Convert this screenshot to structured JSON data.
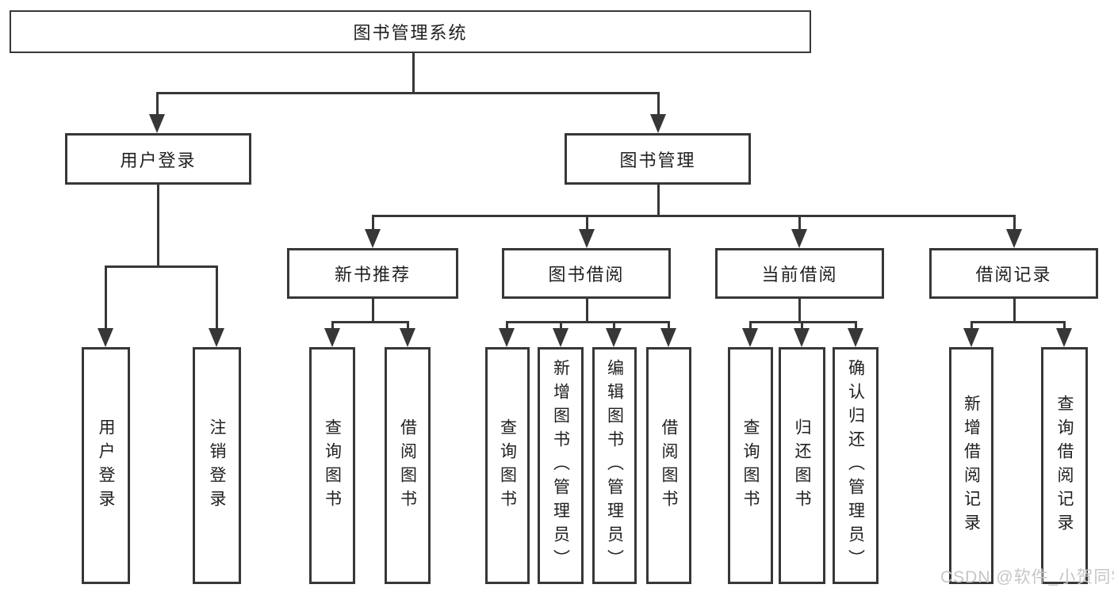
{
  "colors": {
    "line": "#373737",
    "text": "#1f1f1f",
    "watermark": "#c6c6c6",
    "background": "#ffffff"
  },
  "tree": {
    "root": {
      "label": "图书管理系统"
    },
    "level2": [
      {
        "label": "用户登录"
      },
      {
        "label": "图书管理"
      }
    ],
    "level3": [
      {
        "label": "新书推荐"
      },
      {
        "label": "图书借阅"
      },
      {
        "label": "当前借阅"
      },
      {
        "label": "借阅记录"
      }
    ],
    "leaves": [
      {
        "label": "用户登录"
      },
      {
        "label": "注销登录"
      },
      {
        "label": "查询图书"
      },
      {
        "label": "借阅图书"
      },
      {
        "label": "查询图书"
      },
      {
        "label": "新增图书（管理员）"
      },
      {
        "label": "编辑图书（管理员）"
      },
      {
        "label": "借阅图书"
      },
      {
        "label": "查询图书"
      },
      {
        "label": "归还图书"
      },
      {
        "label": "确认归还（管理员）"
      },
      {
        "label": "新增借阅记录"
      },
      {
        "label": "查询借阅记录"
      }
    ]
  },
  "watermark": {
    "text": "CSDN @软件_小贺同学"
  }
}
